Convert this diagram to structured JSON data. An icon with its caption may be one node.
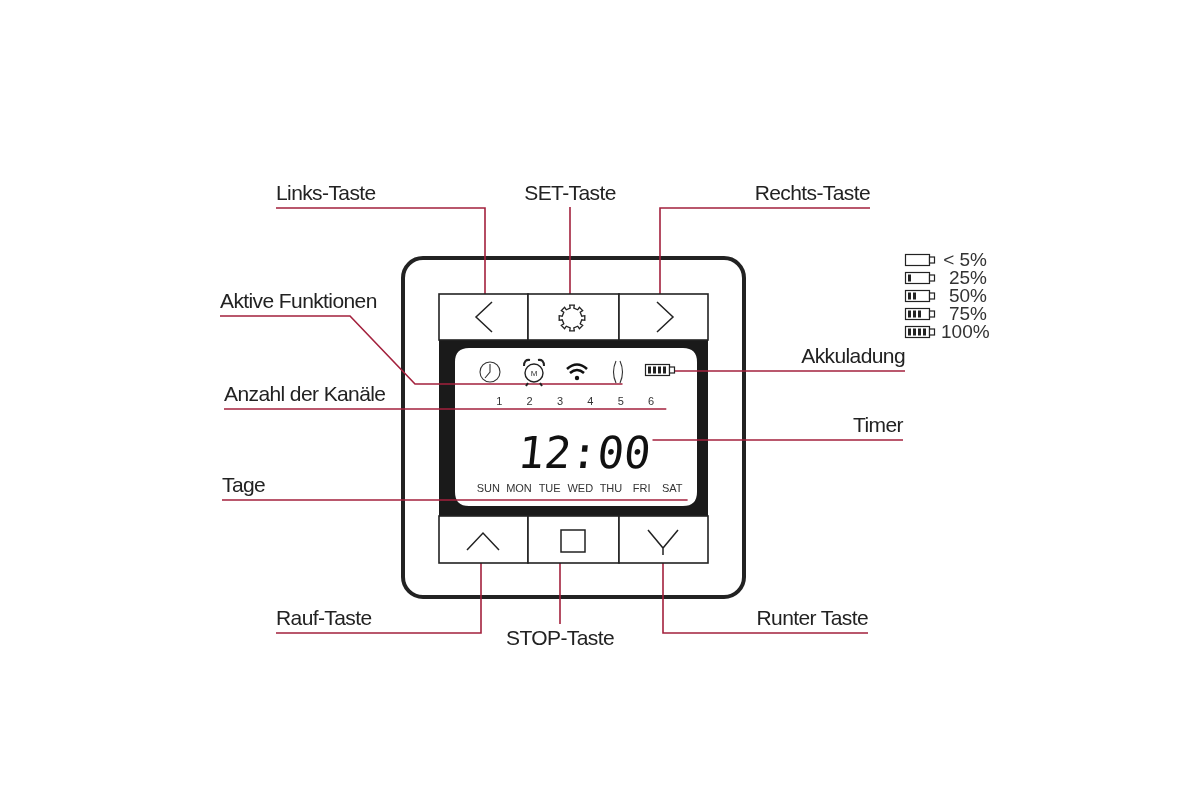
{
  "diagram": {
    "nodes": [
      {
        "text": [
          "Links-Taste"
        ]
      },
      {
        "text": [
          "SET-Taste"
        ]
      },
      {
        "text": [
          "Rechts-Taste"
        ]
      },
      {
        "text": [
          "Aktive Funktionen"
        ]
      },
      {
        "text": [
          "Anzahl der Kanäle"
        ]
      },
      {
        "text": [
          "Akkuladung"
        ]
      },
      {
        "text": [
          "Timer"
        ]
      },
      {
        "text": [
          "Tage"
        ]
      },
      {
        "text": [
          "Rauf-Taste"
        ]
      },
      {
        "text": [
          "STOP-Taste"
        ]
      },
      {
        "text": [
          "Runter Taste"
        ]
      },
      {
        "text": [],
        "shape": "box"
      },
      {
        "text": [],
        "shape": "box"
      },
      {
        "text": [],
        "shape": "box"
      },
      {
        "text": [],
        "shape": "picture"
      },
      {
        "text": [],
        "shape": "box"
      },
      {
        "text": [],
        "shape": "box"
      },
      {
        "text": [],
        "shape": "box"
      },
      {
        "text": [
          "12:00"
        ]
      },
      {
        "text": [
          "1",
          "2",
          "3",
          "4",
          "5",
          "6"
        ]
      },
      {
        "text": [
          "SUN",
          "MON",
          "TUE",
          "WED",
          "THU",
          "FRI",
          "SAT"
        ]
      },
      {
        "text": [],
        "shape": "picture"
      }
    ],
    "edges": [
      {
        "from": 0,
        "to": 11,
        "arrow": "none"
      },
      {
        "from": 1,
        "to": 12,
        "arrow": "none"
      },
      {
        "from": 2,
        "to": 13,
        "arrow": "none"
      },
      {
        "from": 3,
        "to": 14,
        "arrow": "none"
      },
      {
        "from": 4,
        "to": 19,
        "arrow": "none"
      },
      {
        "from": 5,
        "to": 21,
        "arrow": "none"
      },
      {
        "from": 6,
        "to": 18,
        "arrow": "none"
      },
      {
        "from": 7,
        "to": 20,
        "arrow": "none"
      },
      {
        "from": 8,
        "to": 15,
        "arrow": "none"
      },
      {
        "from": 9,
        "to": 16,
        "arrow": "none"
      },
      {
        "from": 10,
        "to": 17,
        "arrow": "none"
      }
    ],
    "labels": [
      "M"
    ],
    "legend": [
      {
        "text": "< 5%"
      },
      {
        "text": "25%"
      },
      {
        "text": "50%"
      },
      {
        "text": "75%"
      },
      {
        "text": "100%"
      }
    ]
  }
}
